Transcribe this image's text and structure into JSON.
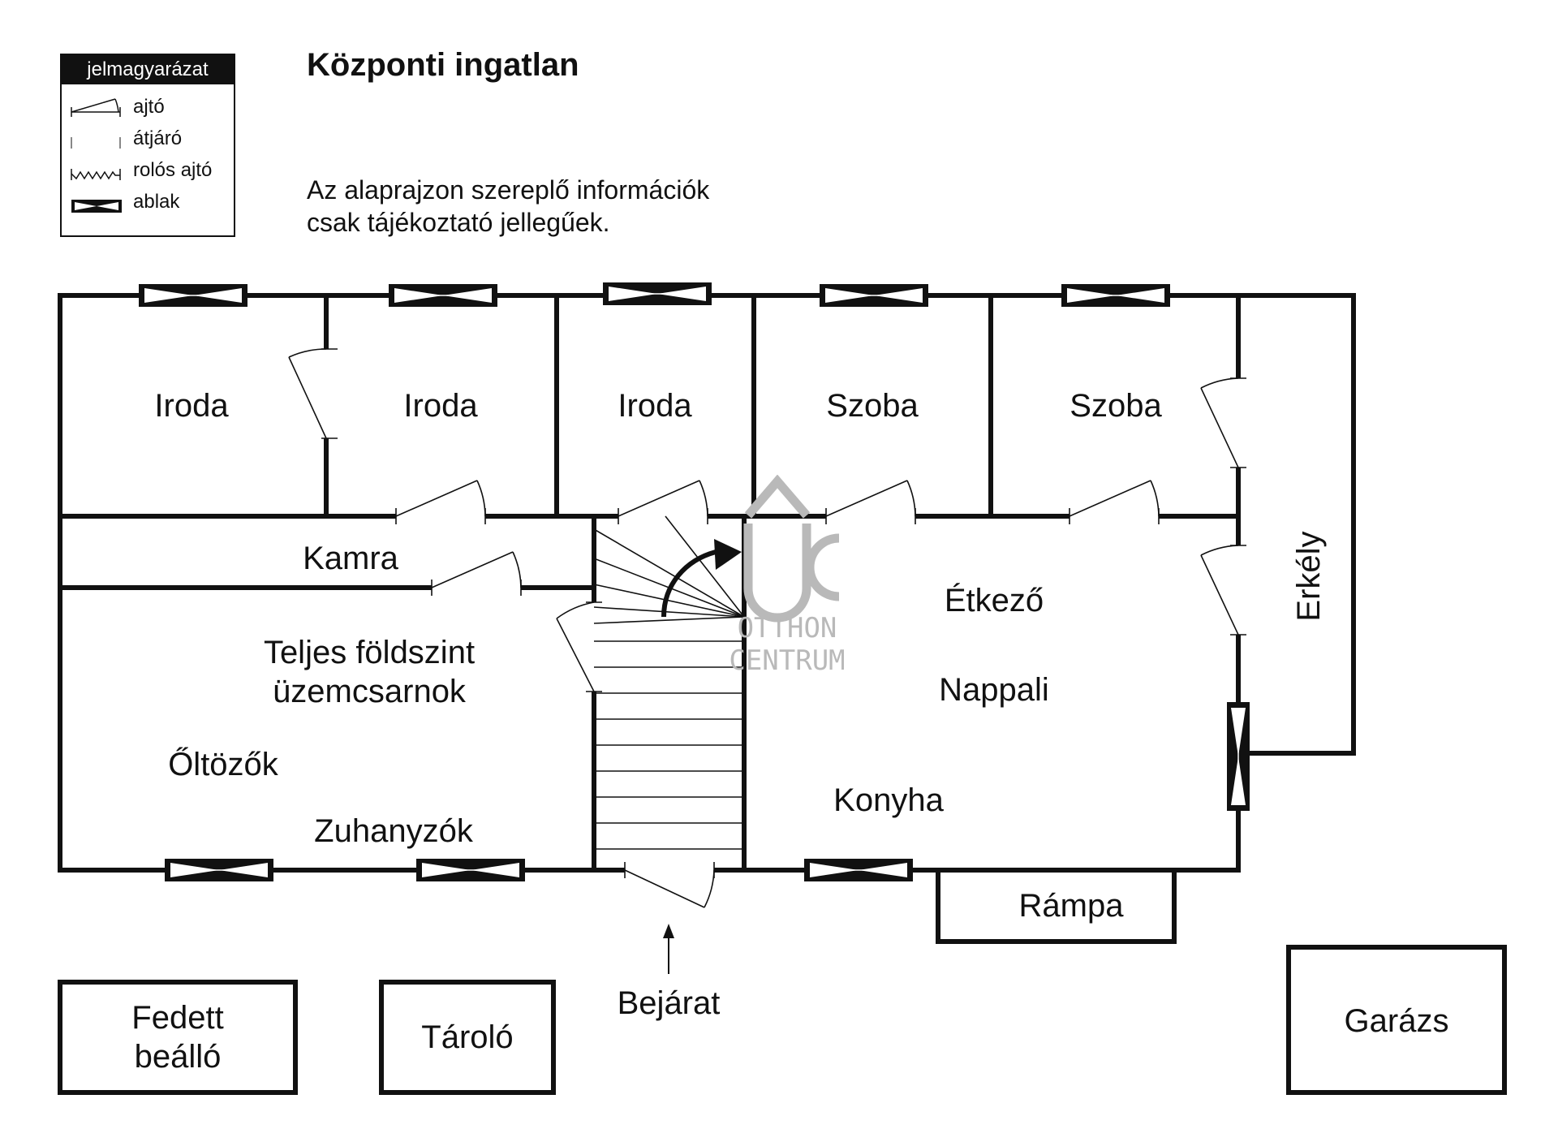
{
  "title": "Központi ingatlan",
  "note_lines": [
    "Az alaprajzon szereplő információk",
    "csak tájékoztató jellegűek."
  ],
  "legend": {
    "heading": "jelmagyarázat",
    "items": [
      {
        "icon": "door-symbol-icon",
        "label": "ajtó"
      },
      {
        "icon": "passage-symbol-icon",
        "label": "átjáró"
      },
      {
        "icon": "roller-door-symbol-icon",
        "label": "rolós ajtó"
      },
      {
        "icon": "window-symbol-icon",
        "label": "ablak"
      }
    ]
  },
  "rooms": {
    "iroda_1": "Iroda",
    "iroda_2": "Iroda",
    "iroda_3": "Iroda",
    "szoba_1": "Szoba",
    "szoba_2": "Szoba",
    "kamra": "Kamra",
    "uzemcsarnok": [
      "Teljes földszint",
      "üzemcsarnok"
    ],
    "oltozok": "Őltözők",
    "zuhanyzok": "Zuhanyzók",
    "etkezo": "Étkező",
    "nappali": "Nappali",
    "konyha": "Konyha",
    "erkely": "Erkély",
    "rampa": "Rámpa",
    "fedett_beallo": [
      "Fedett",
      "beálló"
    ],
    "tarolo": "Tároló",
    "bejarat": "Bejárat",
    "garazs": "Garázs"
  },
  "watermark": {
    "mark": "OC",
    "lines": [
      "OTTHON",
      "CENTRUM"
    ]
  },
  "colors": {
    "line": "#111111",
    "watermark": "#b9b9b9"
  }
}
